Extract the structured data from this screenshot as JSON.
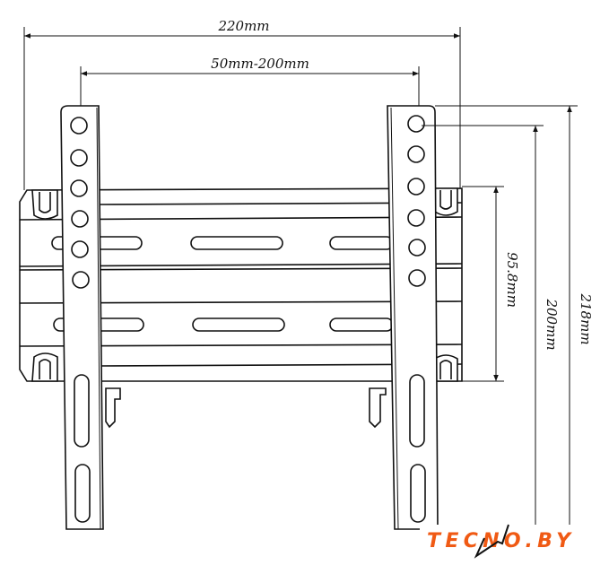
{
  "title": "TV wall mount dimension drawing",
  "dimensions": {
    "overall_width": "220mm",
    "vesa_horizontal": "50mm-200mm",
    "plate_height": "95.8mm",
    "vesa_vertical": "200mm",
    "overall_height": "218mm"
  },
  "logo": {
    "text": "TECNO.BY",
    "color": "#f05a14"
  },
  "colors": {
    "line": "#111111"
  }
}
